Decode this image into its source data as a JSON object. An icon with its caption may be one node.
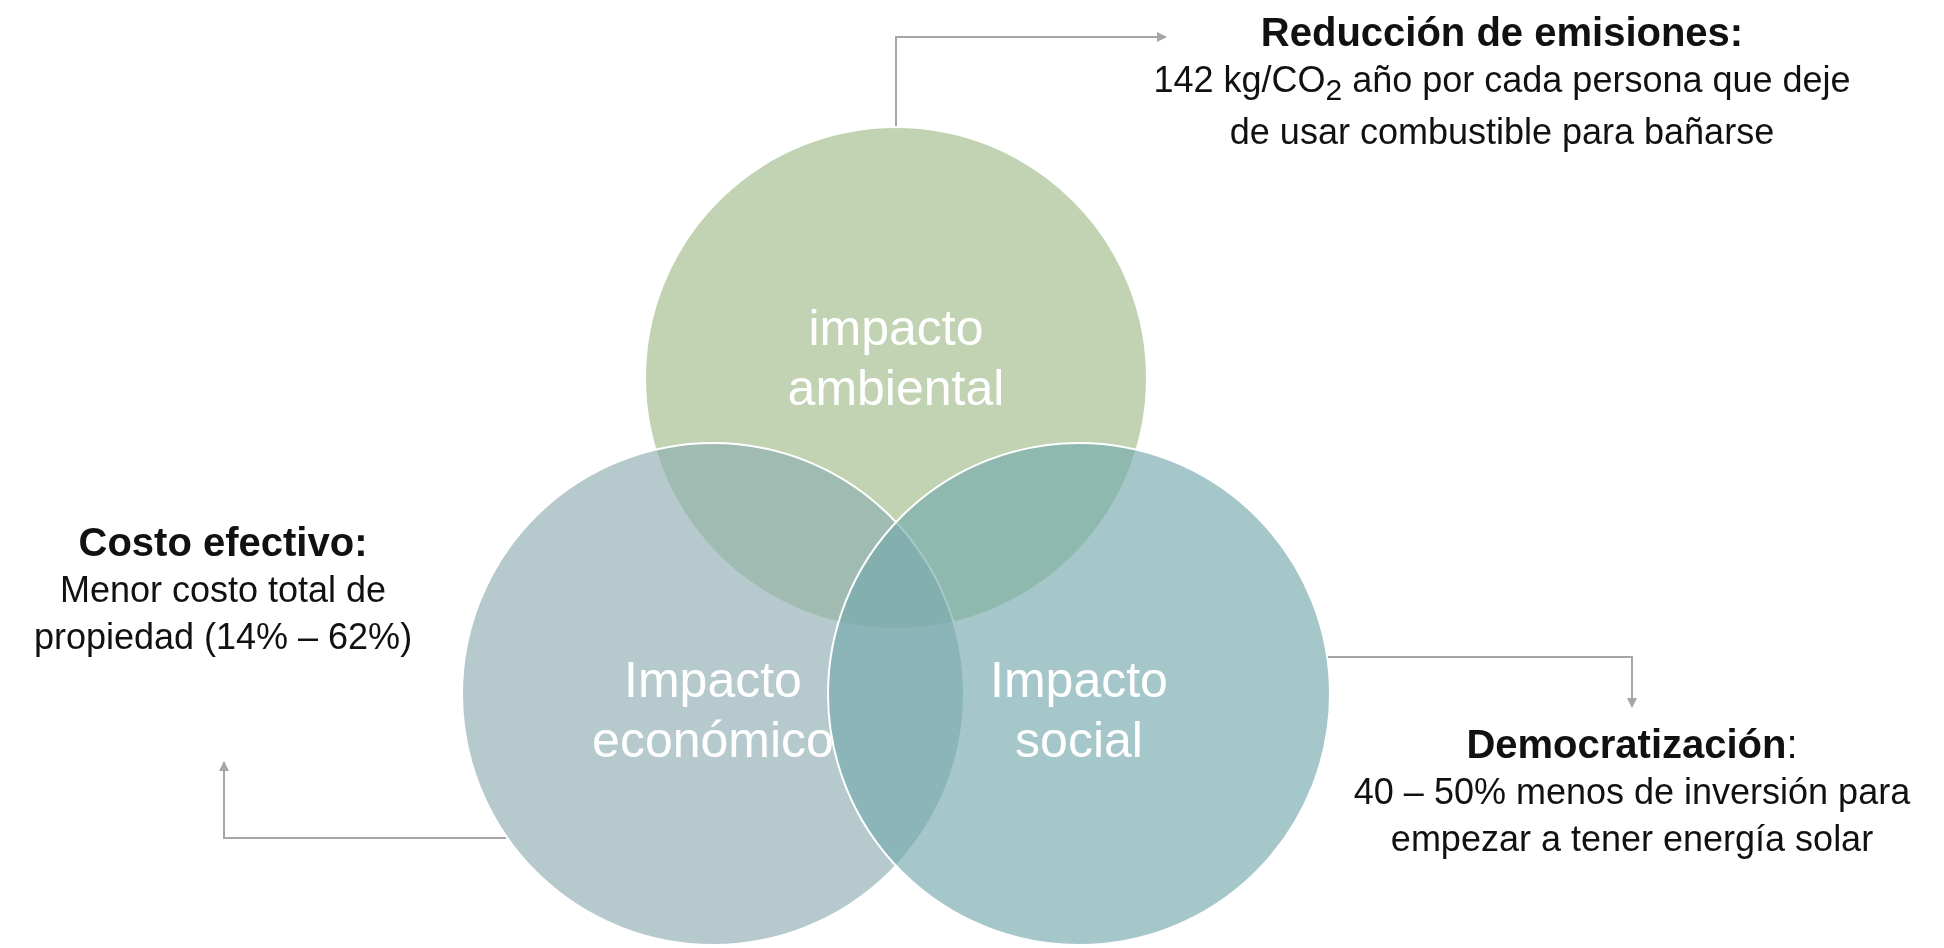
{
  "diagram": {
    "nodes": [
      {
        "text": [
          "impacto ambiental"
        ]
      },
      {
        "text": [
          "Impacto económico"
        ]
      },
      {
        "text": [
          "Impacto social"
        ]
      },
      {
        "text": [
          "Reducción de emisiones:",
          "142 kg/CO$_{2}$ año por cada persona que deje de usar combustible para bañarse"
        ]
      },
      {
        "text": [
          "Costo efectivo:",
          "Menor costo total de propiedad (14% – 62%)"
        ]
      },
      {
        "text": [
          "**Democratización**:",
          "40 – 50% menos de inversión para empezar a tener energía solar"
        ]
      }
    ],
    "edges": [
      {
        "from": 0,
        "to": 3,
        "arrow": "to"
      },
      {
        "from": 1,
        "to": 4,
        "arrow": "to"
      },
      {
        "from": 2,
        "to": 5,
        "arrow": "to"
      }
    ]
  }
}
